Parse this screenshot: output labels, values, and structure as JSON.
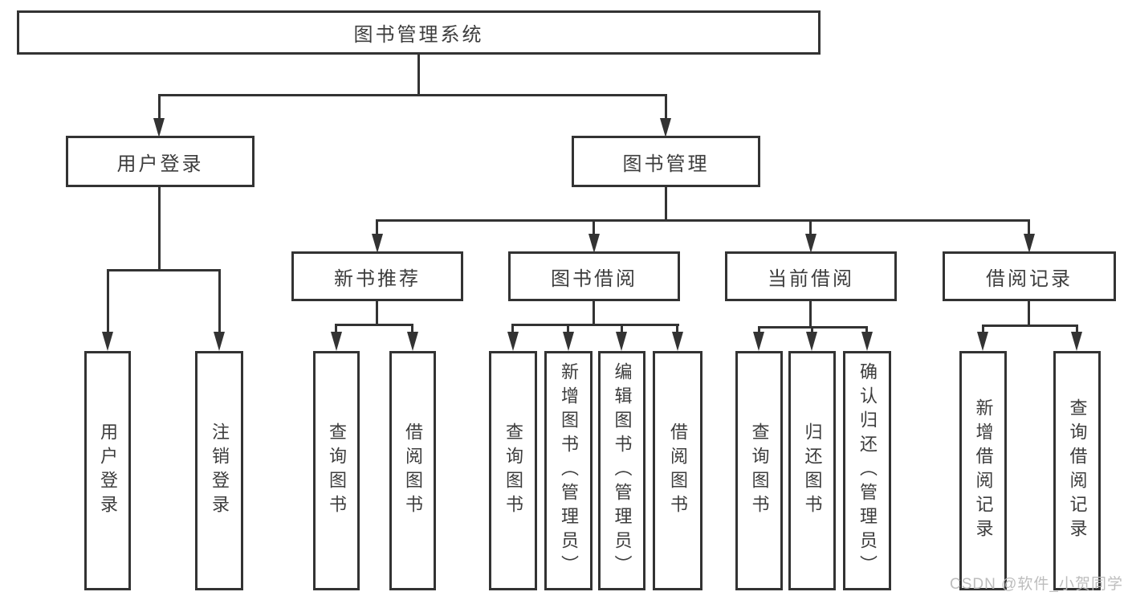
{
  "root": {
    "label": "图书管理系统"
  },
  "user_login": {
    "label": "用户登录",
    "children": {
      "login": "用户登录",
      "logout": "注销登录"
    }
  },
  "book_mgmt": {
    "label": "图书管理"
  },
  "new_book_rec": {
    "label": "新书推荐",
    "children": {
      "query": "查询图书",
      "borrow": "借阅图书"
    }
  },
  "book_borrow": {
    "label": "图书借阅",
    "children": {
      "query": "查询图书",
      "add": "新增图书（管理员）",
      "edit": "编辑图书（管理员）",
      "borrow": "借阅图书"
    }
  },
  "current_borrow": {
    "label": "当前借阅",
    "children": {
      "query": "查询图书",
      "return": "归还图书",
      "confirm": "确认归还（管理员）"
    }
  },
  "borrow_records": {
    "label": "借阅记录",
    "children": {
      "add": "新增借阅记录",
      "query": "查询借阅记录"
    }
  },
  "watermark": "CSDN @软件_小贺同学",
  "colors": {
    "line": "#333333",
    "text": "#3d3d3d",
    "background": "#ffffff",
    "watermark": "#b9b9b9"
  }
}
